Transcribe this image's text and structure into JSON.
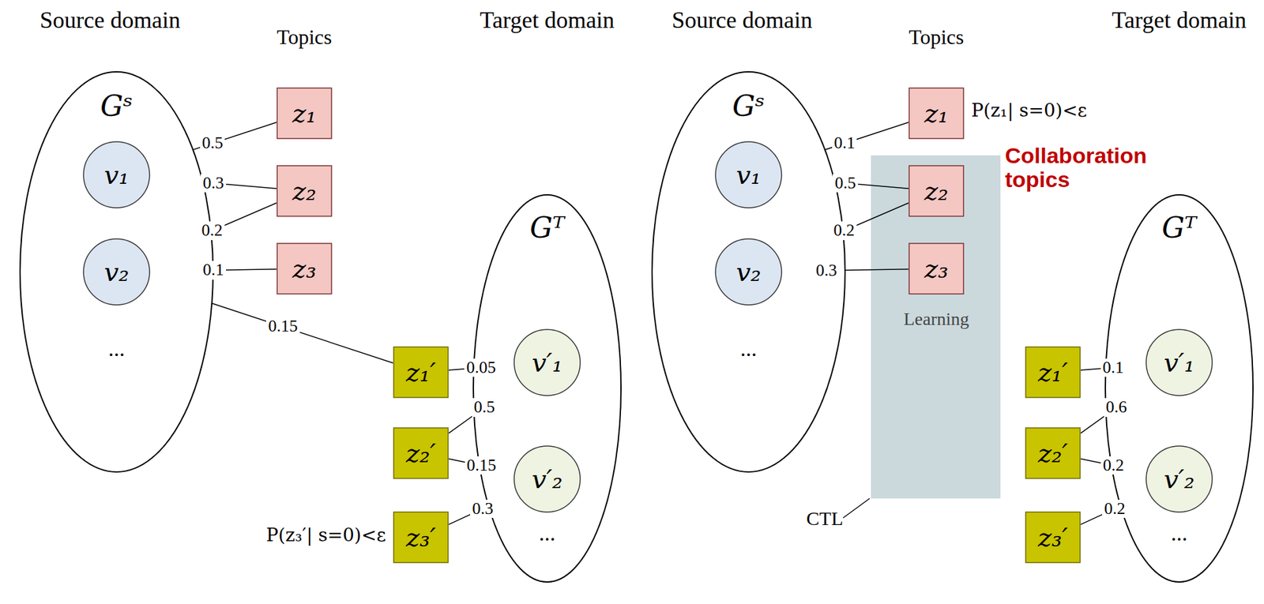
{
  "diagram": {
    "nodes": [
      {
        "text": [
          "Gˢ"
        ]
      },
      {
        "text": [
          "v₁"
        ],
        "in": 0
      },
      {
        "text": [
          "v₂"
        ],
        "in": 0
      },
      {
        "text": [
          "z₁"
        ]
      },
      {
        "text": [
          "z₂"
        ]
      },
      {
        "text": [
          "z₃"
        ]
      },
      {
        "text": [
          "Gᵀ"
        ]
      },
      {
        "text": [
          "v′₁"
        ],
        "in": 6
      },
      {
        "text": [
          "v′₂"
        ],
        "in": 6
      },
      {
        "text": [
          "z₁′"
        ]
      },
      {
        "text": [
          "z₂′"
        ]
      },
      {
        "text": [
          "z₃′"
        ]
      },
      {
        "text": [
          "Gˢ"
        ]
      },
      {
        "text": [
          "v₁"
        ],
        "in": 12
      },
      {
        "text": [
          "v₂"
        ],
        "in": 12
      },
      {
        "text": [
          "z₁"
        ]
      },
      {
        "text": [
          "z₂"
        ]
      },
      {
        "text": [
          "z₃"
        ]
      },
      {
        "text": [
          "Gᵀ"
        ]
      },
      {
        "text": [
          "v′₁"
        ],
        "in": 18
      },
      {
        "text": [
          "v′₂"
        ],
        "in": 18
      },
      {
        "text": [
          "z₁′"
        ]
      },
      {
        "text": [
          "z₂′"
        ]
      },
      {
        "text": [
          "z₃′"
        ]
      }
    ],
    "edges": [
      {
        "from": 1,
        "to": 3,
        "arrow": "none",
        "label": "0.5"
      },
      {
        "from": 1,
        "to": 4,
        "arrow": "none",
        "label": "0.3"
      },
      {
        "from": 2,
        "to": 4,
        "arrow": "none",
        "label": "0.2"
      },
      {
        "from": 2,
        "to": 5,
        "arrow": "none",
        "label": "0.1"
      },
      {
        "from": 2,
        "to": 9,
        "arrow": "none",
        "label": "0.15"
      },
      {
        "from": 7,
        "to": 9,
        "arrow": "none",
        "label": "0.05"
      },
      {
        "from": 7,
        "to": 10,
        "arrow": "none",
        "label": "0.5"
      },
      {
        "from": 8,
        "to": 10,
        "arrow": "none",
        "label": "0.15"
      },
      {
        "from": 8,
        "to": 11,
        "arrow": "none",
        "label": "0.3"
      },
      {
        "from": 13,
        "to": 15,
        "arrow": "none",
        "label": "0.1"
      },
      {
        "from": 13,
        "to": 16,
        "arrow": "none",
        "label": "0.5"
      },
      {
        "from": 14,
        "to": 16,
        "arrow": "none",
        "label": "0.2"
      },
      {
        "from": 14,
        "to": 17,
        "arrow": "none",
        "label": "0.3"
      },
      {
        "from": 19,
        "to": 21,
        "arrow": "none",
        "label": "0.1"
      },
      {
        "from": 19,
        "to": 22,
        "arrow": "none",
        "label": "0.6"
      },
      {
        "from": 20,
        "to": 22,
        "arrow": "none",
        "label": "0.2"
      },
      {
        "from": 20,
        "to": 23,
        "arrow": "none",
        "label": "0.2"
      }
    ],
    "labels": [
      "Source domain",
      "Topics",
      "Target domain",
      "...",
      "...",
      "P(z₃′| s=0)<ε",
      "Source domain",
      "Topics",
      "Target domain",
      "...",
      "...",
      "P(z₁| s=0)<ε",
      "CTL",
      "Collaboration topics",
      "Learning"
    ]
  }
}
